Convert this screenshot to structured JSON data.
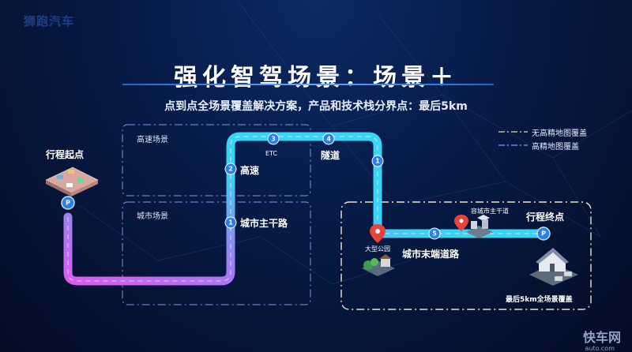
{
  "brand": {
    "logo_text": "狮跑汽车"
  },
  "header": {
    "title": "强化智驾场景：场景＋",
    "subtitle": "点到点全场景覆盖解决方案，产品和技术栈分界点：最后5km"
  },
  "legend": [
    {
      "label": "无高精地图覆盖",
      "color": "#e9d9a6"
    },
    {
      "label": "高精地图覆盖",
      "color": "#8f95ff"
    }
  ],
  "zones": {
    "highway": "高速场景",
    "urban": "城市场景",
    "last5km": "最后5km全场景覆盖"
  },
  "route": {
    "start_label": "行程起点",
    "end_label": "行程终点",
    "parking_symbol": "P",
    "nodes": [
      {
        "num": "1",
        "label": "城市主干路"
      },
      {
        "num": "2",
        "label": "高速"
      },
      {
        "num": "3",
        "label": "ETC"
      },
      {
        "num": "4",
        "label": "隧道"
      },
      {
        "num": "1",
        "label": ""
      },
      {
        "num": "5",
        "label": "城市末端道路"
      }
    ],
    "pins": [
      {
        "label": "大型公园"
      },
      {
        "label": "容城市主干道"
      }
    ]
  },
  "colors": {
    "route_cyan": "#39d3f5",
    "route_magenta": "#d85cf0",
    "node_blue": "#2a7fe8",
    "pin_red": "#e8423a"
  },
  "watermark": {
    "main": "快车网",
    "sub": "auto.com"
  }
}
